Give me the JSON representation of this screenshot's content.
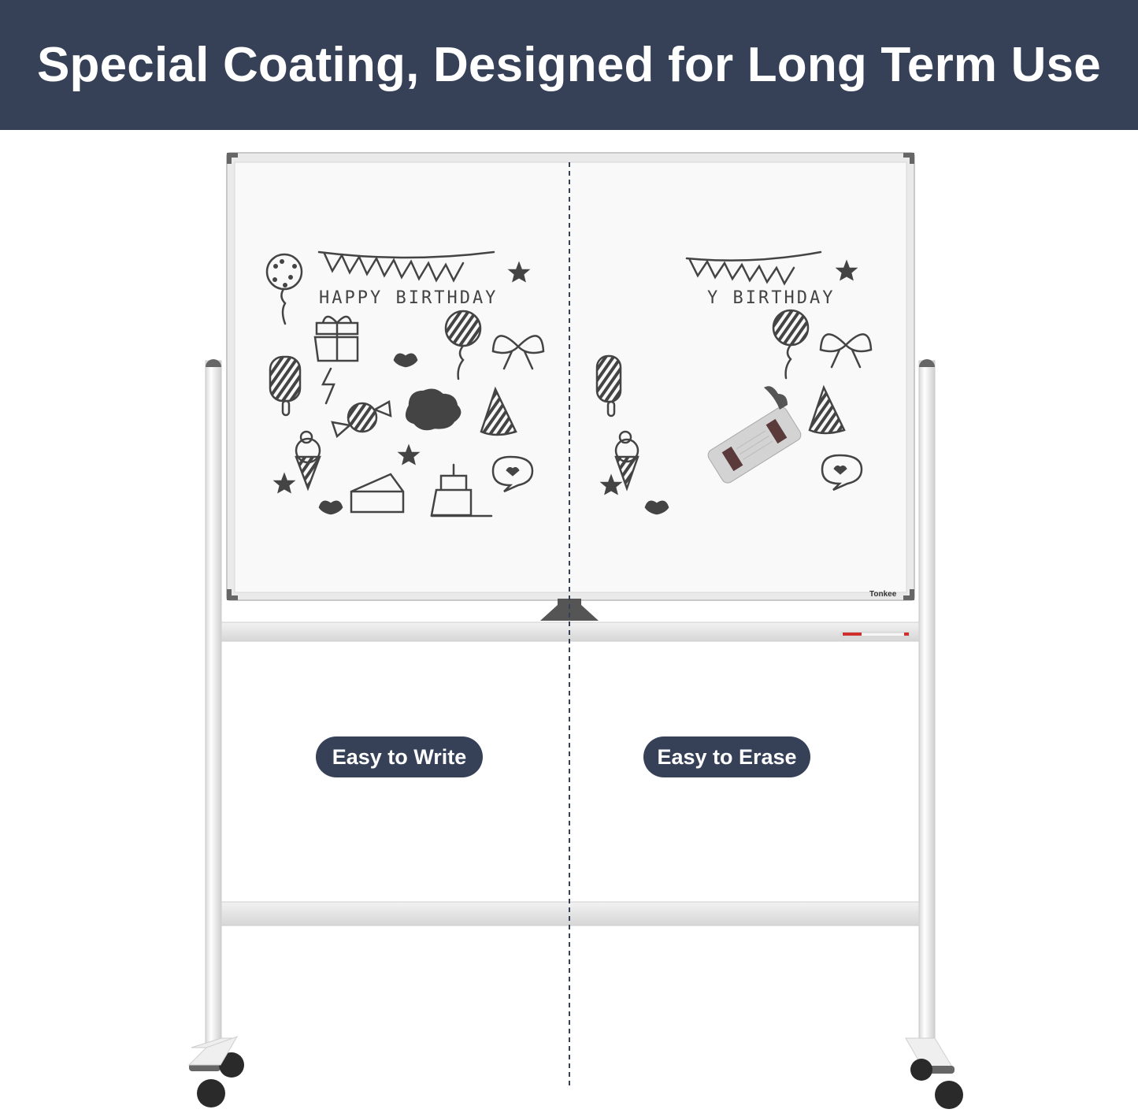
{
  "banner": {
    "title": "Special Coating, Designed for Long Term Use",
    "background": "#364158",
    "text_color": "#ffffff"
  },
  "whiteboard": {
    "left_panel": {
      "heading": "HAPPY BIRTHDAY",
      "doodles": [
        "polka-dot balloon",
        "bunting banner",
        "star",
        "gift box",
        "striped balloon",
        "bow",
        "popsicle",
        "lightning bolt",
        "heart",
        "candy",
        "thought cloud",
        "party hat",
        "ice cream cone",
        "star",
        "cheese wedge",
        "layered birthday cake",
        "heart speech bubble",
        "heart"
      ]
    },
    "right_panel": {
      "heading": "Y BIRTHDAY",
      "doodles": [
        "bunting banner",
        "star",
        "striped balloon",
        "bow",
        "popsicle",
        "eraser",
        "party hat",
        "ice cream cone",
        "star",
        "heart",
        "heart speech bubble"
      ]
    },
    "brand_label": "Tonkee",
    "marker_color": "#d0302c"
  },
  "labels": {
    "left": "Easy to Write",
    "right": "Easy to Erase"
  }
}
